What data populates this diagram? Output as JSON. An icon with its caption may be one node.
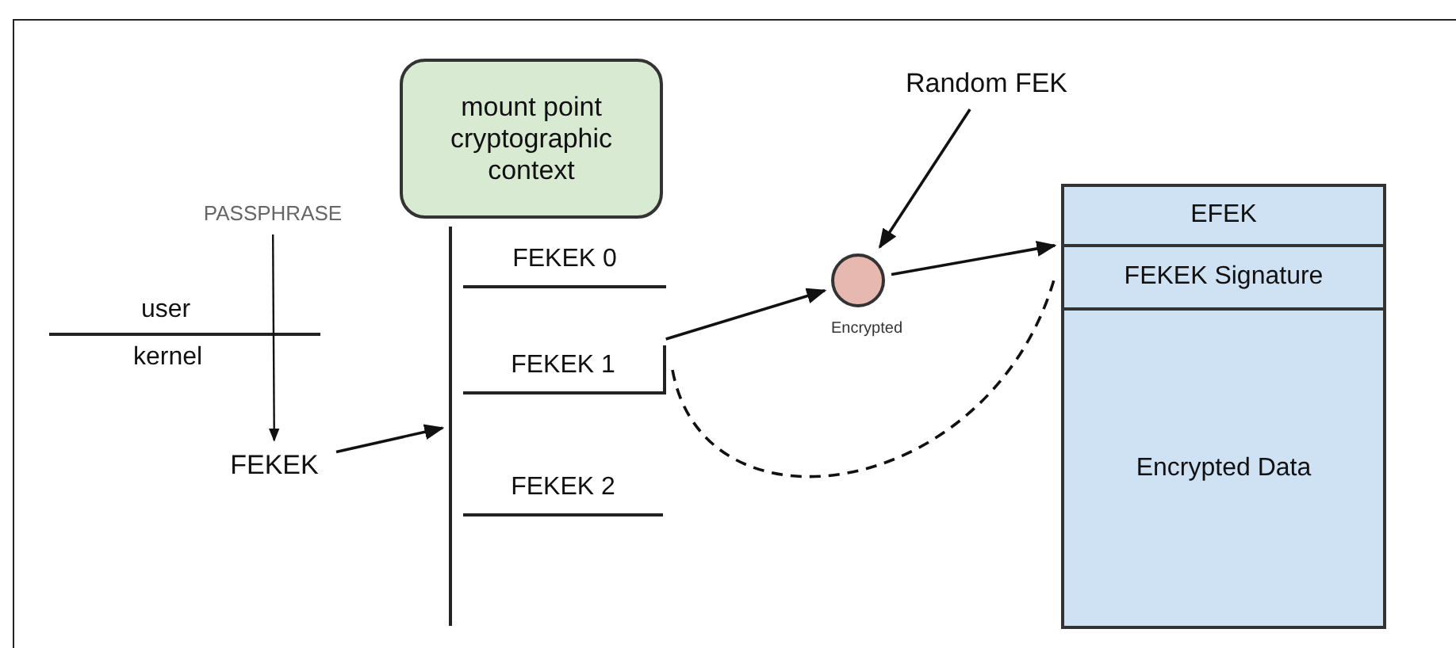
{
  "diagram": {
    "nodes": [
      {
        "text": [
          "mount point cryptographic context"
        ]
      },
      {
        "text": [
          "PASSPHRASE"
        ]
      },
      {
        "text": [
          "FEKEK"
        ]
      },
      {
        "text": [],
        "shape": "bar"
      },
      {
        "text": [
          "FEKEK 0"
        ]
      },
      {
        "text": [
          "FEKEK 1"
        ]
      },
      {
        "text": [
          "FEKEK 2"
        ]
      },
      {
        "text": [
          "Random FEK"
        ]
      },
      {
        "text": [],
        "shape": "circle",
        "beside": [
          "Encrypted"
        ]
      },
      {
        "text": [
          "EFEK"
        ]
      },
      {
        "text": [
          "FEKEK Signature"
        ]
      },
      {
        "text": [
          "Encrypted Data"
        ]
      }
    ],
    "edges": [
      {
        "from": 1,
        "to": 2,
        "arrow": "to"
      },
      {
        "from": 2,
        "to": 3,
        "arrow": "to"
      },
      {
        "from": 5,
        "to": 8,
        "arrow": "to"
      },
      {
        "from": 7,
        "to": 8,
        "arrow": "to"
      },
      {
        "from": 8,
        "to": 9,
        "arrow": "to"
      },
      {
        "from": 5,
        "to": 10,
        "arrow": "none",
        "style": "dashed"
      }
    ],
    "labels": [
      "user",
      "kernel"
    ]
  }
}
